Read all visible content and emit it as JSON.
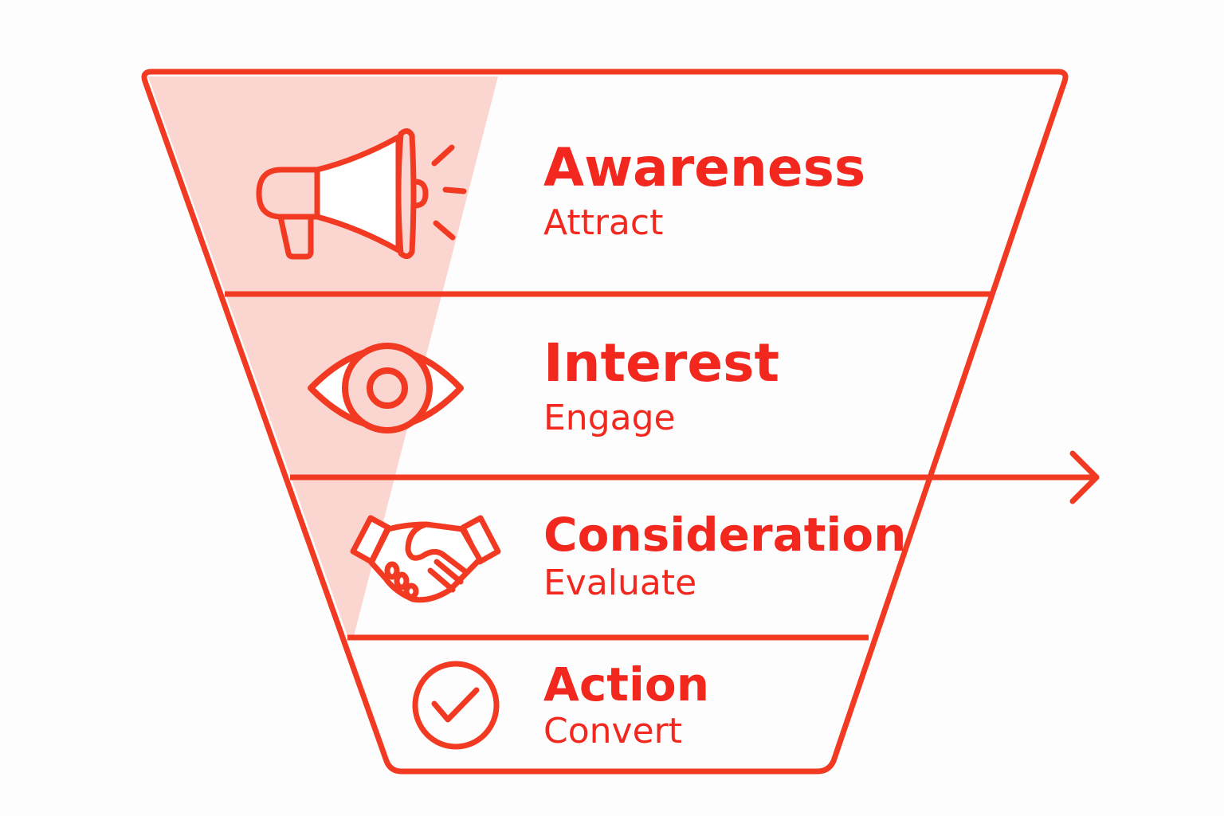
{
  "diagram": {
    "type": "marketing-funnel",
    "colors": {
      "stroke": "#f23a22",
      "text": "#f2281e",
      "highlight": "#fbd5d0",
      "background": "#fdfdfd"
    },
    "stages": [
      {
        "title": "Awareness",
        "subtitle": "Attract",
        "icon": "megaphone-icon"
      },
      {
        "title": "Interest",
        "subtitle": "Engage",
        "icon": "eye-icon"
      },
      {
        "title": "Consideration",
        "subtitle": "Evaluate",
        "icon": "handshake-icon"
      },
      {
        "title": "Action",
        "subtitle": "Convert",
        "icon": "check-circle-icon"
      }
    ],
    "arrow": {
      "direction": "right",
      "icon": "arrow-right-icon"
    }
  }
}
